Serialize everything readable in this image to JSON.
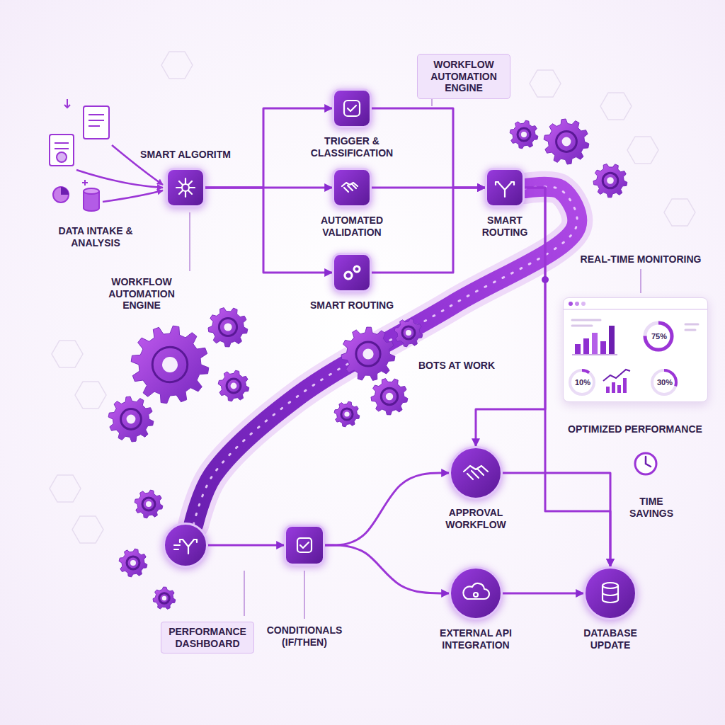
{
  "diagram": {
    "nodes": [
      {
        "text": [
          "SMART ALGORITM"
        ]
      },
      {
        "text": [
          "TRIGGER & CLASSIFICATION"
        ]
      },
      {
        "text": [
          "AUTOMATED VALIDATION"
        ]
      },
      {
        "text": [
          "SMART ROUTING"
        ]
      },
      {
        "text": [
          "SMART ROUTING"
        ]
      },
      {
        "text": [
          "75%",
          "10%",
          "30%"
        ]
      },
      {
        "text": [
          "PERFORMANCE DASHBOARD"
        ]
      },
      {
        "text": [
          "CONDITIONALS (IF/THEN)"
        ]
      },
      {
        "text": [
          "APPROVAL WORKFLOW"
        ]
      },
      {
        "text": [
          "EXTERNAL API INTEGRATION"
        ]
      },
      {
        "text": [
          "DATABASE UPDATE"
        ]
      }
    ],
    "edges": [
      {
        "from": 0,
        "to": 1,
        "arrow": "to"
      },
      {
        "from": 0,
        "to": 2,
        "arrow": "to"
      },
      {
        "from": 0,
        "to": 3,
        "arrow": "to"
      },
      {
        "from": 1,
        "to": 4,
        "arrow": "to"
      },
      {
        "from": 2,
        "to": 4,
        "arrow": "to"
      },
      {
        "from": 3,
        "to": 4,
        "arrow": "to"
      },
      {
        "from": 4,
        "to": 6,
        "arrow": "none"
      },
      {
        "from": 4,
        "to": 8,
        "arrow": "to"
      },
      {
        "from": 4,
        "to": 10,
        "arrow": "to"
      },
      {
        "from": 6,
        "to": 7,
        "arrow": "to"
      },
      {
        "from": 7,
        "to": 8,
        "arrow": "to"
      },
      {
        "from": 7,
        "to": 9,
        "arrow": "to"
      },
      {
        "from": 8,
        "to": 10,
        "arrow": "to"
      },
      {
        "from": 9,
        "to": 10,
        "arrow": "to"
      }
    ],
    "labels": [
      "WORKFLOW AUTOMATION ENGINE",
      "DATA INTAKE & ANALYSIS",
      "WORKFLOW AUTOMATION ENGINE",
      "REAL-TIME MONITORING",
      "BOTS AT WORK",
      "OPTIMIZED PERFORMANCE",
      "TIME SAVINGS"
    ]
  }
}
